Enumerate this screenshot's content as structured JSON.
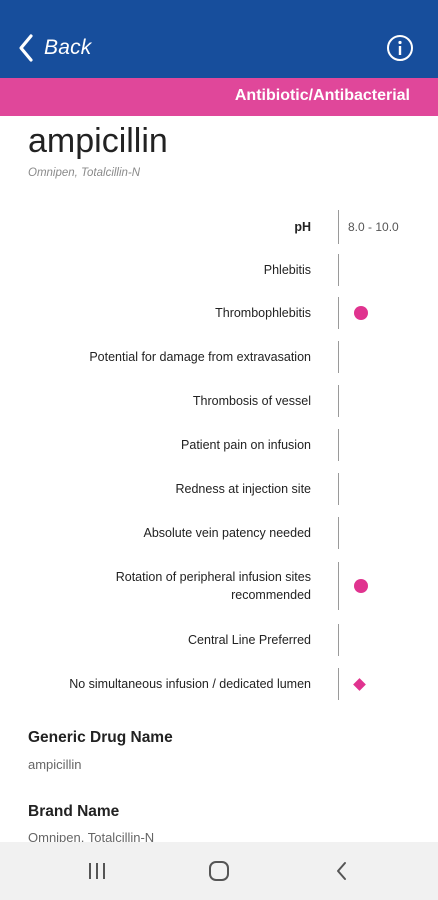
{
  "header": {
    "back_label": "Back",
    "back_icon": "chevron-left-icon",
    "info_icon": "info-icon",
    "bar_color": "#174e9c"
  },
  "category": {
    "label": "Antibiotic/Antibacterial",
    "color": "#e0479a"
  },
  "drug": {
    "name": "ampicillin",
    "brands": "Omnipen, Totalcillin-N"
  },
  "properties": [
    {
      "label": "pH",
      "value": "8.0 - 10.0",
      "marker": "none"
    },
    {
      "label": "Phlebitis",
      "value": "",
      "marker": "none"
    },
    {
      "label": "Thrombophlebitis",
      "value": "",
      "marker": "dot"
    },
    {
      "label": "Potential for damage from extravasation",
      "value": "",
      "marker": "none"
    },
    {
      "label": "Thrombosis of vessel",
      "value": "",
      "marker": "none"
    },
    {
      "label": "Patient pain on infusion",
      "value": "",
      "marker": "none"
    },
    {
      "label": "Redness at injection site",
      "value": "",
      "marker": "none"
    },
    {
      "label": "Absolute vein patency needed",
      "value": "",
      "marker": "none"
    },
    {
      "label": "Rotation of peripheral infusion sites recommended",
      "value": "",
      "marker": "dot"
    },
    {
      "label": "Central Line Preferred",
      "value": "",
      "marker": "none"
    },
    {
      "label": "No simultaneous infusion / dedicated lumen",
      "value": "",
      "marker": "diamond"
    }
  ],
  "marker_color": "#e0338f",
  "details": {
    "generic_heading": "Generic Drug Name",
    "generic_value": "ampicillin",
    "brand_heading": "Brand Name",
    "brand_value": "Omnipen, Totalcillin-N"
  },
  "system_nav": {
    "recents_icon": "recent-apps-icon",
    "home_icon": "home-icon",
    "back_icon": "system-back-icon"
  }
}
